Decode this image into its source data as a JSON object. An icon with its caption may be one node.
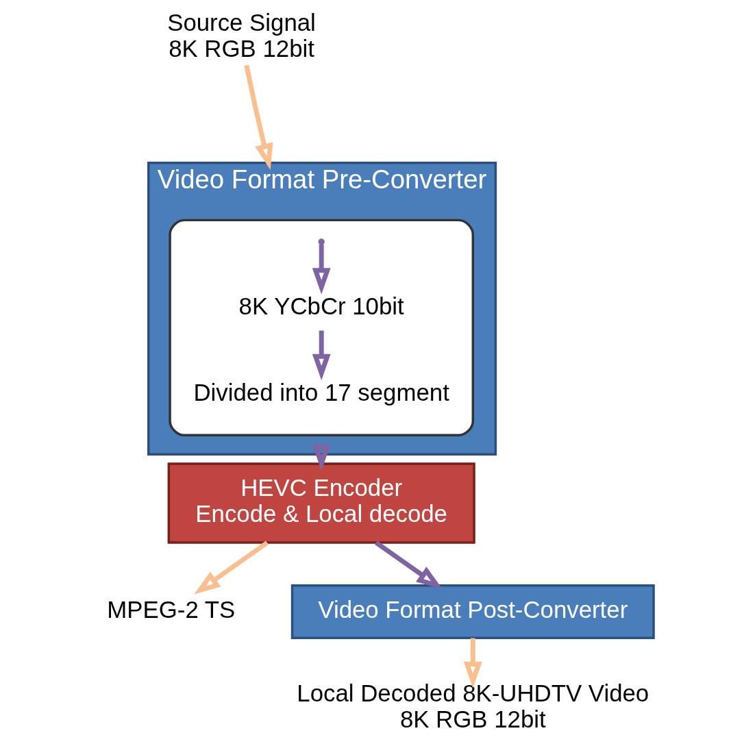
{
  "diagram": {
    "nodes": [
      {
        "text": [
          "Source Signal",
          "8K RGB 12bit"
        ]
      },
      {
        "text": [
          "Video Format Pre-Converter"
        ]
      },
      {
        "text": [],
        "shape": "box",
        "in": 1
      },
      {
        "text": [
          "8K YCbCr 10bit"
        ],
        "in": 2
      },
      {
        "text": [
          "Divided into 17 segment"
        ],
        "in": 2
      },
      {
        "text": [
          "HEVC Encoder",
          "Encode & Local decode"
        ]
      },
      {
        "text": [
          "MPEG-2 TS"
        ]
      },
      {
        "text": [
          "Video Format Post-Converter"
        ]
      },
      {
        "text": [
          "Local Decoded 8K-UHDTV Video",
          "8K RGB 12bit"
        ]
      }
    ],
    "edges": [
      {
        "from": 0,
        "to": 1,
        "arrow": "to",
        "color": "#f9bf8f"
      },
      {
        "from": null,
        "to": 3,
        "arrow": "to",
        "color": "#8064a2"
      },
      {
        "from": 3,
        "to": 4,
        "arrow": "to",
        "color": "#8064a2"
      },
      {
        "from": 1,
        "to": 5,
        "arrow": "to",
        "color": "#8064a2"
      },
      {
        "from": 5,
        "to": 6,
        "arrow": "to",
        "color": "#f9bf8f"
      },
      {
        "from": 5,
        "to": 7,
        "arrow": "to",
        "color": "#8064a2"
      },
      {
        "from": 7,
        "to": 8,
        "arrow": "to",
        "color": "#f9bf8f"
      }
    ]
  }
}
